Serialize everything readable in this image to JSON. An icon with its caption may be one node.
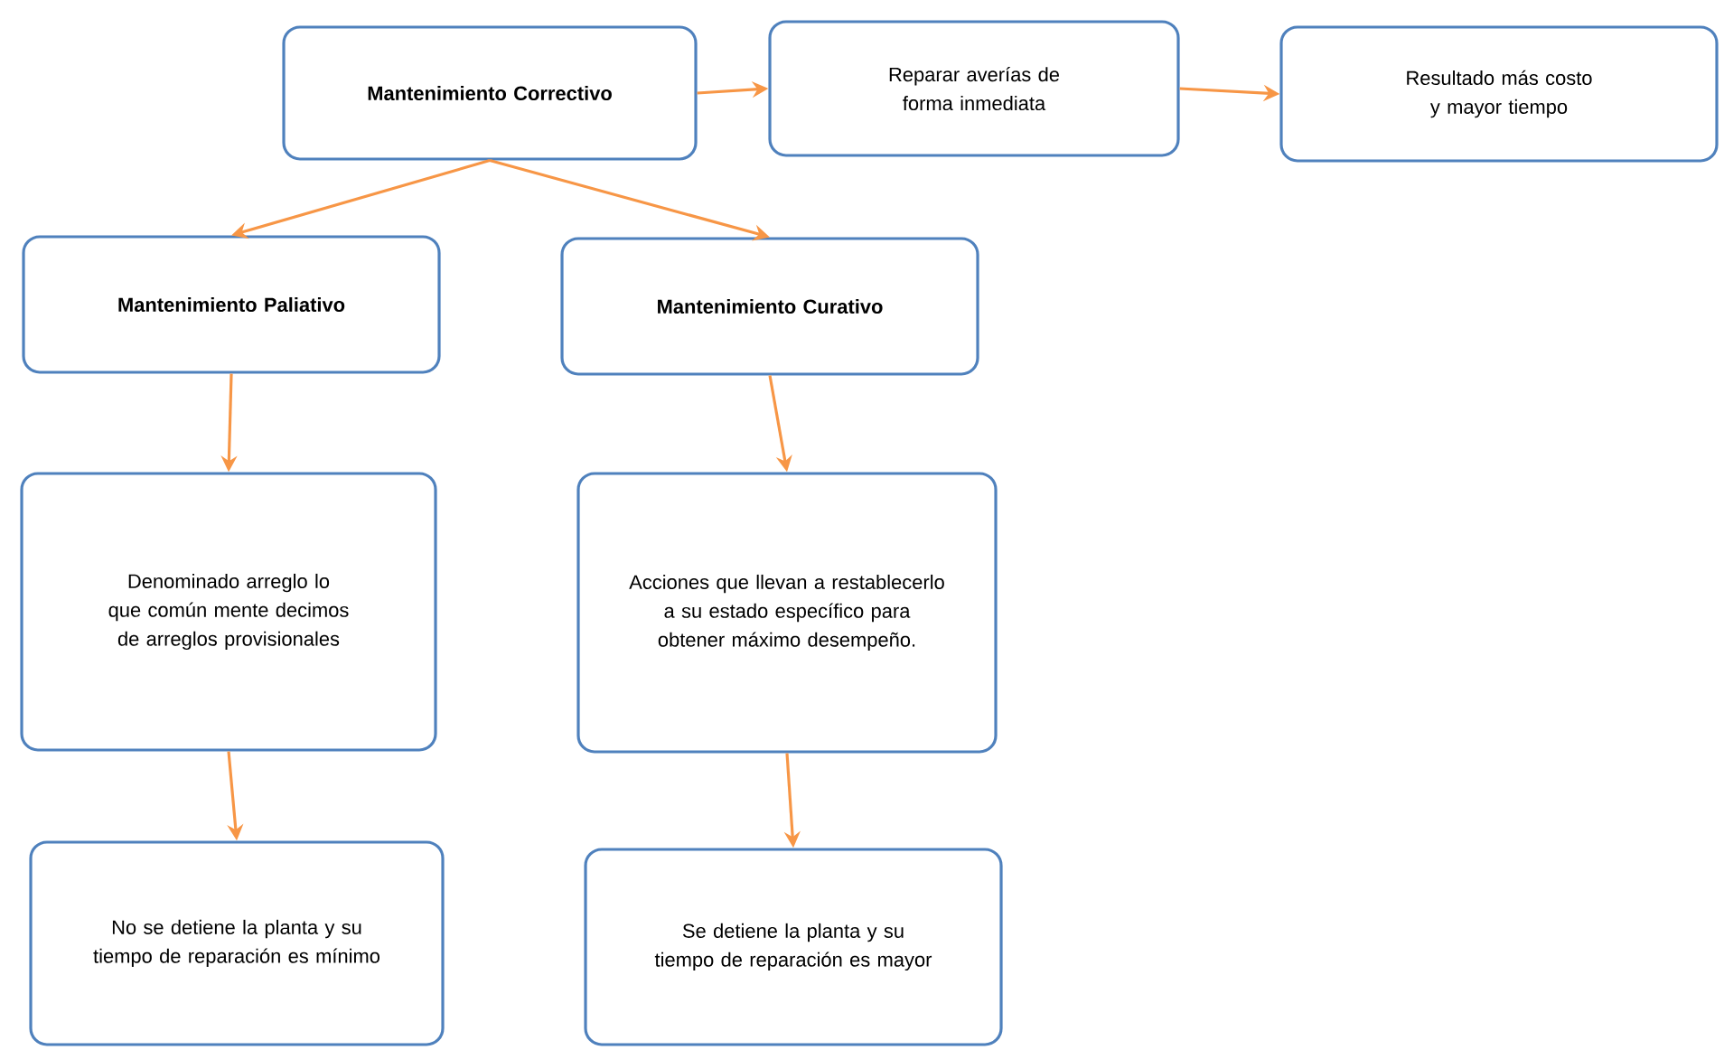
{
  "diagram": {
    "nodes": [
      {
        "text": [
          "Mantenimiento Correctivo"
        ]
      },
      {
        "text": [
          "Reparar averías de forma inmediata"
        ]
      },
      {
        "text": [
          "Resultado más costo y mayor tiempo"
        ]
      },
      {
        "text": [
          "Mantenimiento Paliativo"
        ]
      },
      {
        "text": [
          "Mantenimiento Curativo"
        ]
      },
      {
        "text": [
          "Denominado arreglo lo que común mente decimos de arreglos provisionales"
        ]
      },
      {
        "text": [
          "Acciones que llevan a restablecerlo a su estado específico para obtener máximo desempeño."
        ]
      },
      {
        "text": [
          "No se detiene la planta y su tiempo de reparación es mínimo"
        ]
      },
      {
        "text": [
          "Se detiene la planta y su tiempo de reparación es mayor"
        ]
      }
    ],
    "edges": [
      {
        "from": 0,
        "to": 1,
        "arrow": "to"
      },
      {
        "from": 1,
        "to": 2,
        "arrow": "to"
      },
      {
        "from": 0,
        "to": 3,
        "arrow": "to"
      },
      {
        "from": 0,
        "to": 4,
        "arrow": "to"
      },
      {
        "from": 3,
        "to": 5,
        "arrow": "to"
      },
      {
        "from": 4,
        "to": 6,
        "arrow": "to"
      },
      {
        "from": 5,
        "to": 7,
        "arrow": "to"
      },
      {
        "from": 6,
        "to": 8,
        "arrow": "to"
      }
    ]
  }
}
